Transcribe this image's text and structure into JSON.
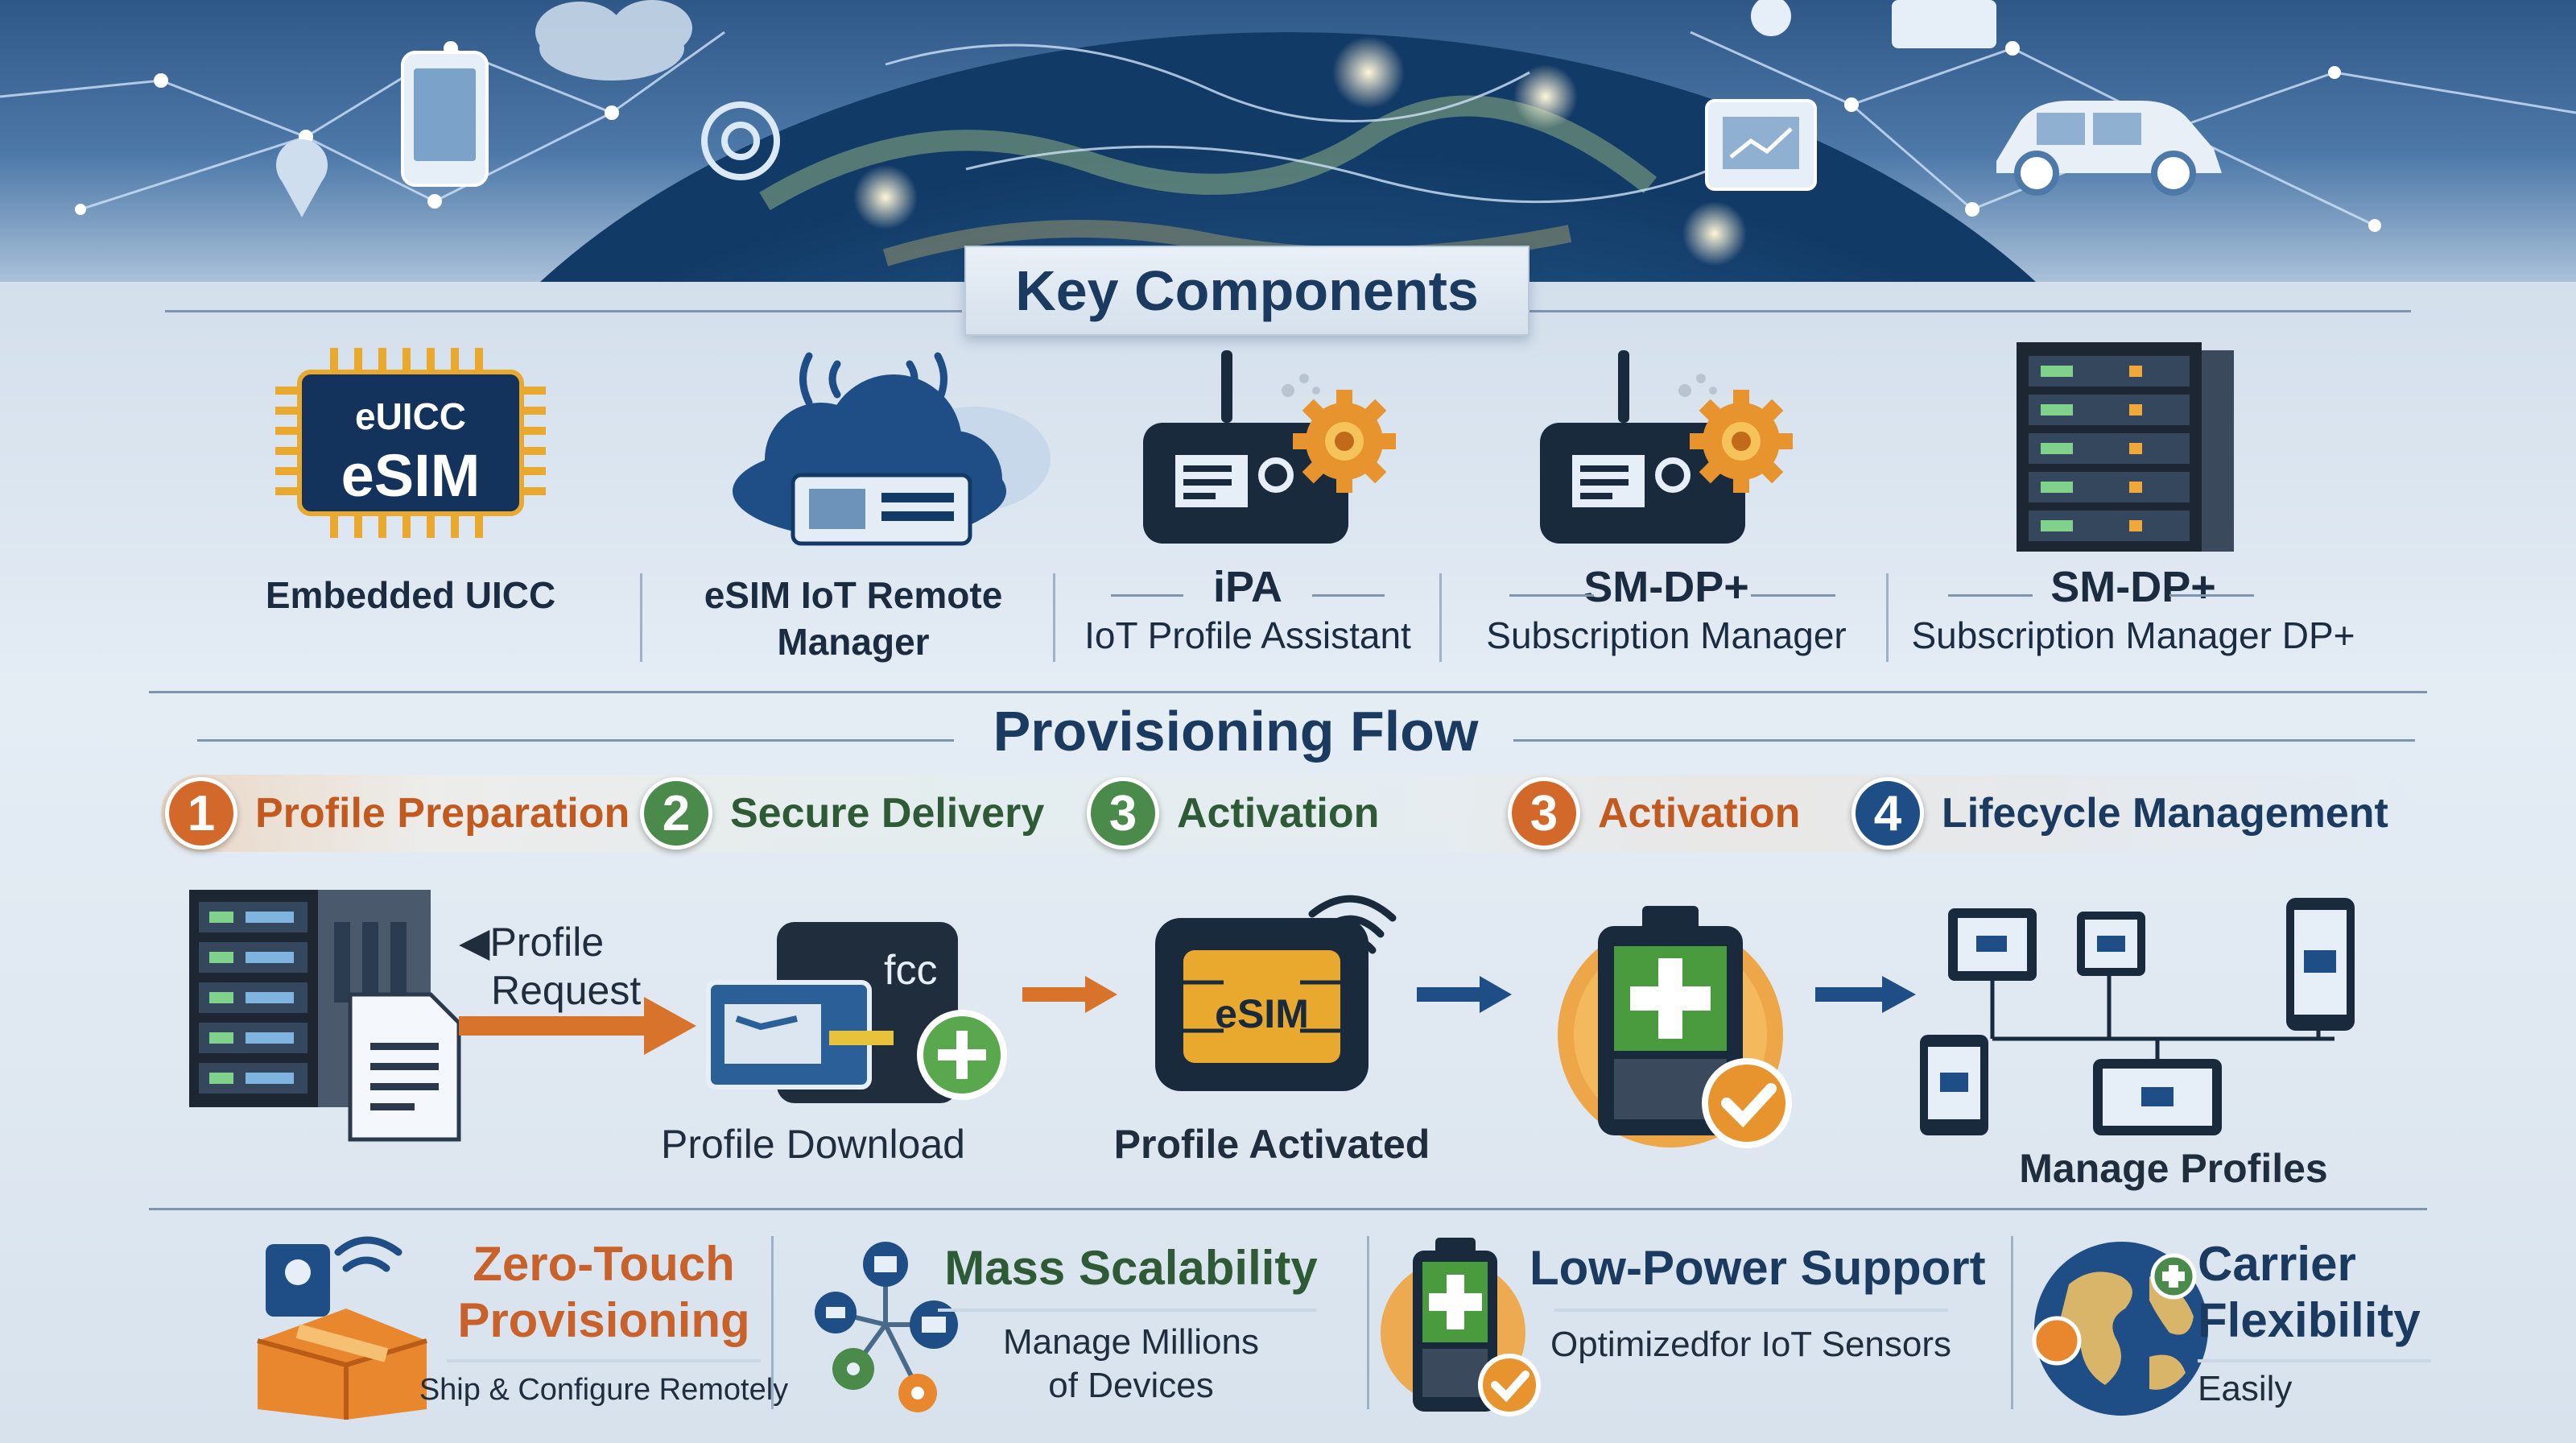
{
  "sections": {
    "key_components_title": "Key Components",
    "provisioning_flow_title": "Provisioning Flow"
  },
  "components": [
    {
      "name": "Embedded UICC",
      "chip_top": "eUICC",
      "chip_main": "eSIM"
    },
    {
      "name_line1": "eSIM IoT Remote",
      "name_line2": "Manager"
    },
    {
      "acronym": "iPA",
      "name": "IoT Profile Assistant"
    },
    {
      "acronym": "SM-DP+",
      "name": "Subscription Manager"
    },
    {
      "acronym": "SM-DP+",
      "name": "Subscription Manager DP+"
    }
  ],
  "steps": [
    {
      "number": "1",
      "label": "Profile Preparation",
      "color": "#d2692a"
    },
    {
      "number": "2",
      "label": "Secure Delivery",
      "color": "#4a8a4a"
    },
    {
      "number": "3",
      "label": "Activation",
      "color": "#4a8a4a"
    },
    {
      "number": "3",
      "label": "Activation",
      "color": "#d2692a"
    },
    {
      "number": "4",
      "label": "Lifecycle Management",
      "color": "#1f4e86"
    }
  ],
  "flow": {
    "request_line1": "Profile",
    "request_line2": "Request",
    "download_label": "Profile Download",
    "card_text": "fcc",
    "esim_text": "eSIM",
    "activated_label": "Profile Activated",
    "manage_label": "Manage Profiles"
  },
  "features": [
    {
      "title_line1": "Zero-Touch",
      "title_line2": "Provisioning",
      "subtitle": "Ship & Configure Remotely",
      "color": "#c8612a"
    },
    {
      "title": "Mass Scalability",
      "subtitle_line1": "Manage Millions",
      "subtitle_line2": "of Devices",
      "color": "#2e5a35"
    },
    {
      "title": "Low-Power Support",
      "subtitle": "Optimizedfor IoT Sensors",
      "color": "#1b3a60"
    },
    {
      "title_line1": "Carrier",
      "title_line2": "Flexibility",
      "subtitle": "Easily",
      "color": "#1b3a60"
    }
  ],
  "colors": {
    "navy": "#1b3a60",
    "orange": "#d2692a",
    "green": "#4a8a4a",
    "blue": "#1f4e86",
    "chip_gold": "#e8a92e"
  }
}
